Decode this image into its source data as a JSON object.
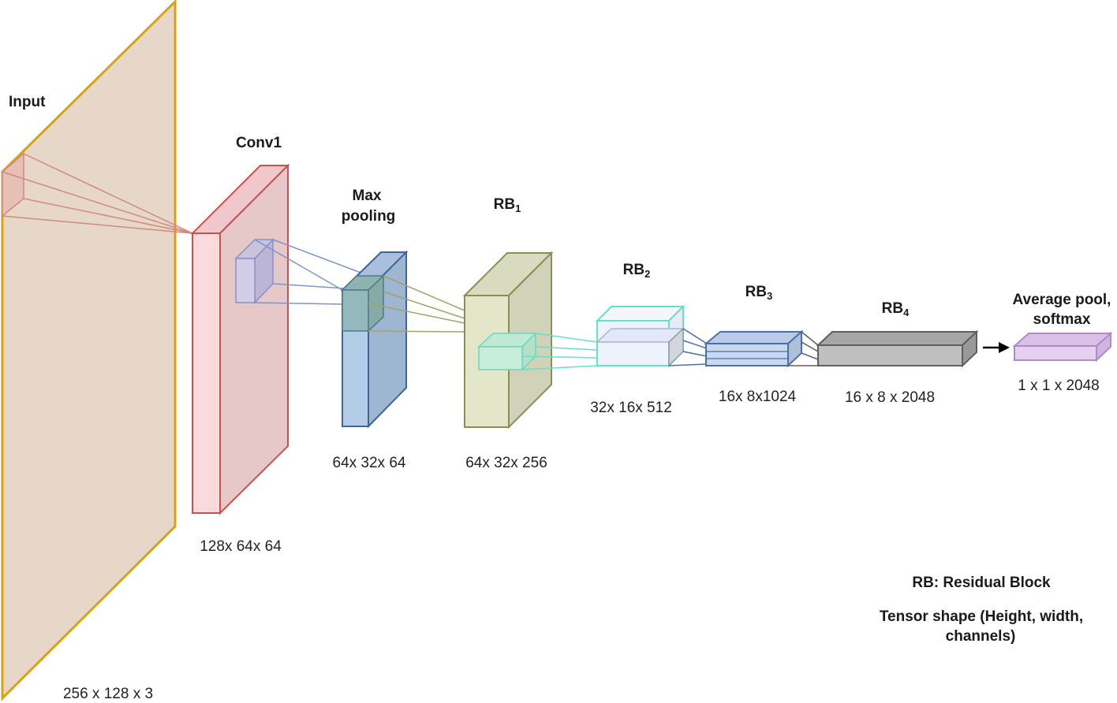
{
  "layers": [
    {
      "key": "input",
      "name": "Input",
      "shape": "256 x 128 x 3",
      "fill": "#e6d7c9",
      "stroke": "#d6a317"
    },
    {
      "key": "conv1",
      "name": "Conv1",
      "shape": "128x 64x 64",
      "fill": "#fadadd",
      "stroke": "#c8504f"
    },
    {
      "key": "maxpool",
      "name_line1": "Max",
      "name_line2": "pooling",
      "shape": "64x 32x 64",
      "fill": "#b3cde8",
      "stroke": "#3d6595"
    },
    {
      "key": "rb1",
      "name": "RB",
      "subscript": "1",
      "shape": "64x 32x 256",
      "fill": "#e3e6c9",
      "stroke": "#8c8d5a"
    },
    {
      "key": "rb2",
      "name": "RB",
      "subscript": "2",
      "shape": "32x 16x 512",
      "fill": "#edf3fb",
      "stroke": "#66e0c6"
    },
    {
      "key": "rb3",
      "name": "RB",
      "subscript": "3",
      "shape": "16x 8x1024",
      "fill": "#c8d8ee",
      "stroke": "#4e6fa6"
    },
    {
      "key": "rb4",
      "name": "RB",
      "subscript": "4",
      "shape": "16 x 8 x 2048",
      "fill": "#bfbfbf",
      "stroke": "#5f5f5f"
    },
    {
      "key": "avgpool",
      "name_line1": "Average pool,",
      "name_line2": "softmax",
      "shape": "1 x 1 x 2048",
      "fill": "#e5d0ef",
      "stroke": "#b08bc3"
    }
  ],
  "legend": {
    "rb": "RB: Residual Block",
    "tensor_line1": "Tensor shape (Height, width,",
    "tensor_line2": "channels)"
  }
}
